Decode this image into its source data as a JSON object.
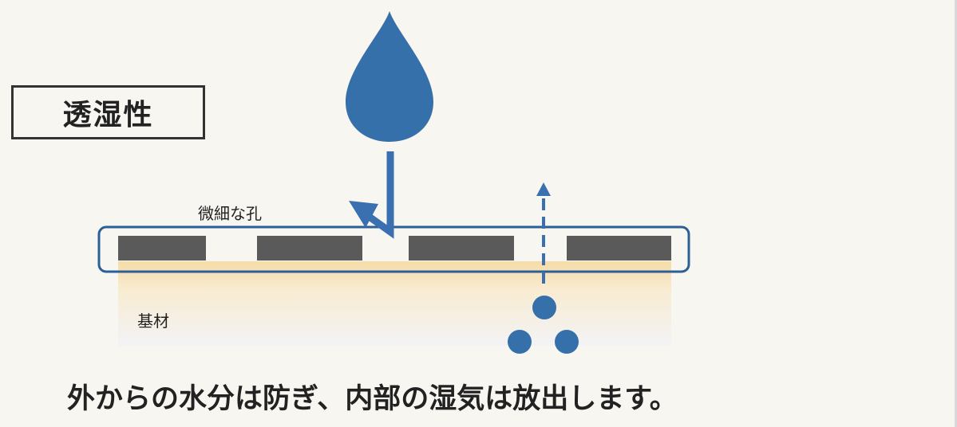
{
  "title": "透湿性",
  "labels": {
    "pores": "微細な孔",
    "substrate": "基材"
  },
  "caption": "外からの水分は防ぎ、内部の湿気は放出します。",
  "colors": {
    "background": "#f8f6f1",
    "water": "#3670aa",
    "membrane_outline": "#2c5f96",
    "coating": "#5a5a5a",
    "substrate_top": "#f6dca8",
    "arrow": "#3a6fb0"
  },
  "icons": {
    "water_drop": "water-drop-icon",
    "deflected_arrow": "deflect-arrow-icon",
    "vapor_arrow": "vapor-arrow-icon",
    "vapor_particles": "vapor-particle-icon"
  }
}
